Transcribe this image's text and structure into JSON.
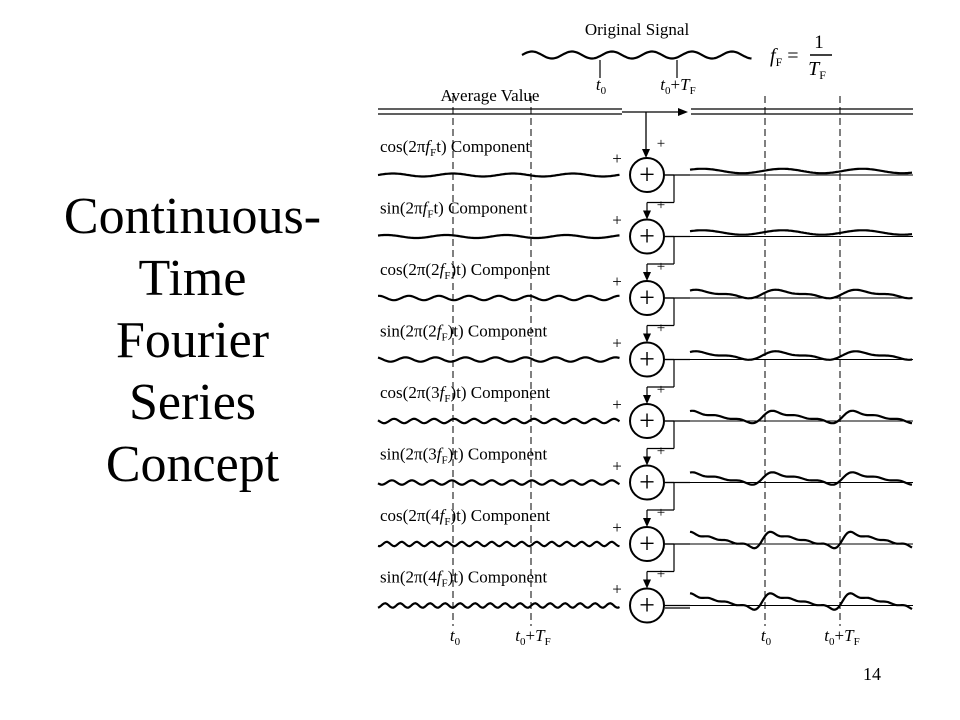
{
  "title_lines": [
    "Continuous-",
    "Time",
    "Fourier",
    "Series",
    "Concept"
  ],
  "page_number": "14",
  "diagram": {
    "original_signal_label": "Original Signal",
    "formula": {
      "lhs": "f",
      "lhs_sub": "F",
      "eq": "=",
      "num": "1",
      "den": "T",
      "den_sub": "F"
    },
    "top_tick_labels": {
      "t0": {
        "base": "t",
        "sub": "0"
      },
      "t0_plus_TF": {
        "base": "t",
        "sub": "0",
        "plus": "+",
        "T": "T",
        "T_sub": "F"
      }
    },
    "average_label": "Average Value",
    "components": [
      {
        "pre": "cos(2π",
        "f": "f",
        "fsub": "F",
        "post": "t) Component",
        "paren": false
      },
      {
        "pre": "sin(2π",
        "f": "f",
        "fsub": "F",
        "post": "t) Component",
        "paren": false
      },
      {
        "pre": "cos(2π(2",
        "f": "f",
        "fsub": "F",
        "post": ")t) Component",
        "paren": true
      },
      {
        "pre": "sin(2π(2",
        "f": "f",
        "fsub": "F",
        "post": ")t) Component",
        "paren": true
      },
      {
        "pre": "cos(2π(3",
        "f": "f",
        "fsub": "F",
        "post": ")t) Component",
        "paren": true
      },
      {
        "pre": "sin(2π(3",
        "f": "f",
        "fsub": "F",
        "post": ")t) Component",
        "paren": true
      },
      {
        "pre": "cos(2π(4",
        "f": "f",
        "fsub": "F",
        "post": ")t) Component",
        "paren": true
      },
      {
        "pre": "sin(2π(4",
        "f": "f",
        "fsub": "F",
        "post": ")t) Component",
        "paren": true
      }
    ],
    "plus_sign": "+",
    "sum_symbol": "+",
    "bottom_tick_labels": {
      "t0": {
        "base": "t",
        "sub": "0"
      },
      "t0_plus_TF": {
        "base": "t",
        "sub": "0",
        "plus": "+",
        "T": "T",
        "T_sub": "F"
      }
    }
  }
}
